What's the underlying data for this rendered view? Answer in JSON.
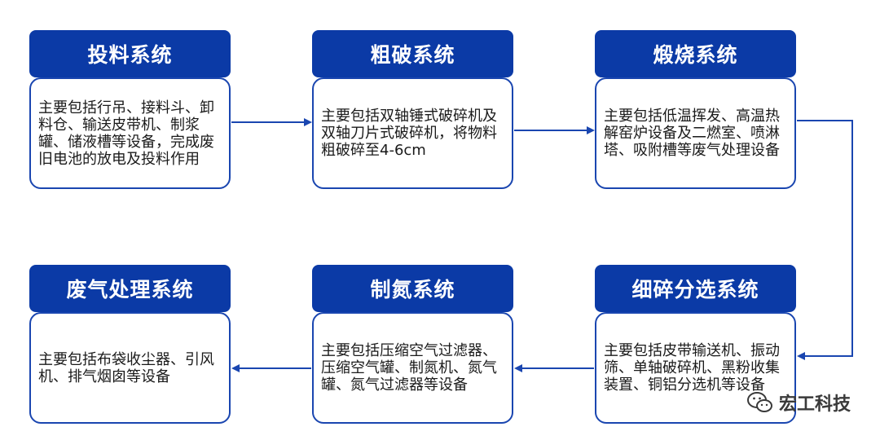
{
  "nodes": [
    {
      "id": "feeding",
      "title": "投料系统",
      "text": "主要包括行吊、接料斗、卸料仓、输送皮带机、制浆罐、储液槽等设备，完成废旧电池的放电及投料作用"
    },
    {
      "id": "coarse",
      "title": "粗破系统",
      "text": "主要包括双轴锤式破碎机及双轴刀片式破碎机，将物料粗破碎至4-6cm"
    },
    {
      "id": "calcine",
      "title": "煅烧系统",
      "text": "主要包括低温挥发、高温热解窑炉设备及二燃室、喷淋塔、吸附槽等废气处理设备"
    },
    {
      "id": "fine",
      "title": "细碎分选系统",
      "text": "主要包括皮带输送机、振动筛、单轴破碎机、黑粉收集装置、铜铝分选机等设备"
    },
    {
      "id": "nitrogen",
      "title": "制氮系统",
      "text": "主要包括压缩空气过滤器、压缩空气罐、制氮机、氮气罐、氮气过滤器等设备"
    },
    {
      "id": "exhaust",
      "title": "废气处理系统",
      "text": "主要包括布袋收尘器、引风机、排气烟囱等设备"
    }
  ],
  "edges": [
    {
      "from": "feeding",
      "to": "coarse"
    },
    {
      "from": "coarse",
      "to": "calcine"
    },
    {
      "from": "calcine",
      "to": "fine"
    },
    {
      "from": "fine",
      "to": "nitrogen"
    },
    {
      "from": "nitrogen",
      "to": "exhaust"
    }
  ],
  "watermark": {
    "text": "宏工科技",
    "icon": "wechat-icon"
  },
  "colors": {
    "header": "#0b3aa6",
    "border": "#1a46b0",
    "arrow": "#1a46b0"
  }
}
